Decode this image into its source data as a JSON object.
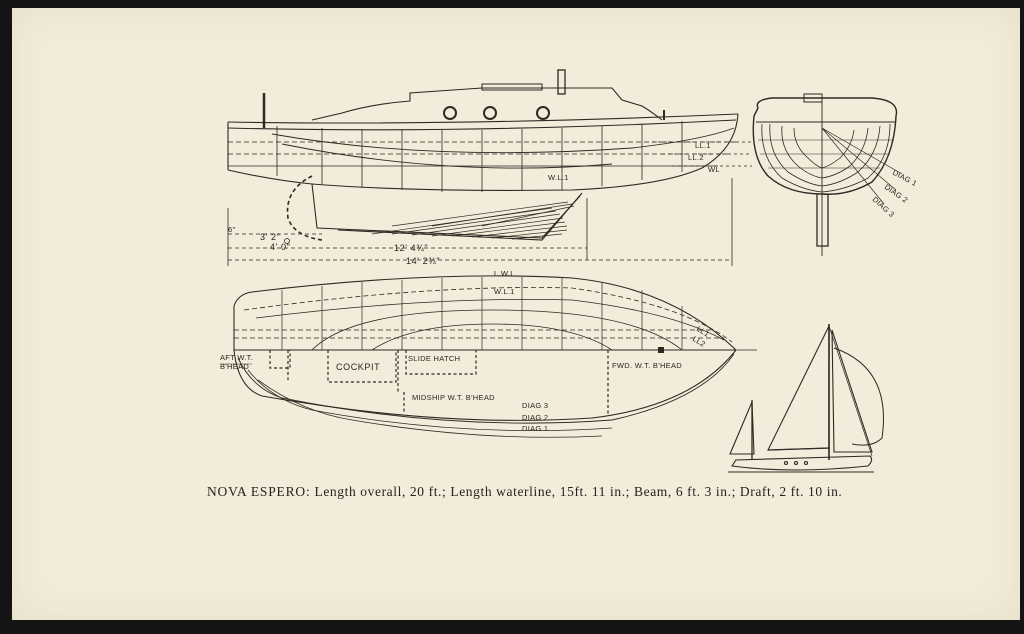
{
  "caption": {
    "title": "NOVA ESPERO:",
    "text": "Length overall, 20 ft.; Length waterline, 15ft. 11 in.; Beam, 6 ft. 3 in.; Draft, 2 ft. 10 in."
  },
  "profile": {
    "ll1": "LL.1",
    "ll2": "LL.2",
    "wl_right": "WL",
    "wl1": "W.L.1",
    "dim_6": "6\"",
    "dim_3_2": "3' 2\"",
    "dim_4_0": "4' 0\"",
    "dim_12_4": "12' 4¾\"",
    "dim_14_2": "14' 2¾\""
  },
  "body_plan": {
    "diag1": "DIAG 1",
    "diag2": "DIAG 2",
    "diag3": "DIAG 3"
  },
  "half_breadth": {
    "lwl": "L.W.L",
    "wl1": "W.L.1",
    "ll1": "LL1",
    "ll2": "LL2",
    "aft_bhead_line1": "AFT W.T.",
    "aft_bhead_line2": "B'HEAD",
    "cockpit": "COCKPIT",
    "slide_hatch": "SLIDE HATCH",
    "fwd_bhead": "FWD. W.T. B'HEAD",
    "midship_bhead": "MIDSHIP W.T. B'HEAD",
    "diag3": "DIAG 3",
    "diag2": "DIAG 2",
    "diag1": "DIAG 1"
  }
}
